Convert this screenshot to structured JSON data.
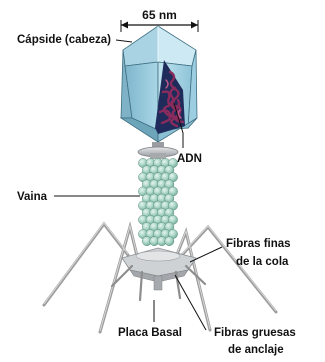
{
  "labels": {
    "width": "65 nm",
    "capsid": "Cápside (cabeza)",
    "dna": "ADN",
    "sheath": "Vaina",
    "thin_fibers_line1": "Fibras finas",
    "thin_fibers_line2": "de la cola",
    "base_plate": "Placa Basal",
    "thick_fibers_line1": "Fibras gruesas",
    "thick_fibers_line2": "de anclaje"
  },
  "colors": {
    "capsid_light": "#c8e6f2",
    "capsid_mid": "#93c8dc",
    "capsid_dark": "#5f9fb8",
    "dna": "#8a2b5e",
    "capsid_interior": "#1f2b5a",
    "sheath_bead": "#a7d4c4",
    "collar": "#b9bcbf",
    "fiber": "#a8a8a8"
  }
}
